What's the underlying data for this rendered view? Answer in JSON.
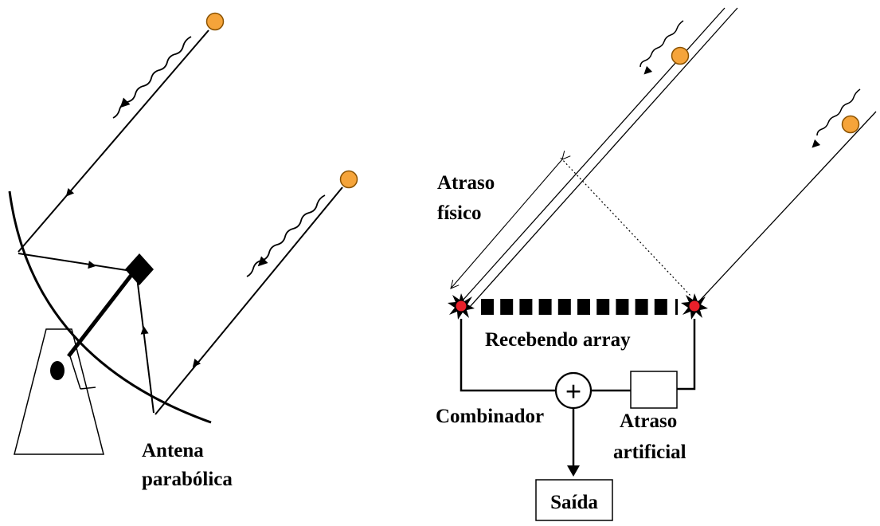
{
  "labels": {
    "antenna_line1": "Antena",
    "antenna_line2": "parabólica",
    "physical_delay_line1": "Atraso",
    "physical_delay_line2": "físico",
    "receiving_array": "Recebendo array",
    "combiner": "Combinador",
    "combiner_symbol": "+",
    "artificial_delay_line1": "Atraso",
    "artificial_delay_line2": "artificial",
    "output": "Saída"
  },
  "colors": {
    "source": "#f5a43a",
    "source_stroke": "#8a5200",
    "sensor": "#e8202a",
    "ink": "#000000"
  },
  "icons": {
    "source": "orange-circle",
    "sensor": "star-burst",
    "antenna": "parabolic-dish",
    "feed": "diamond"
  },
  "array": {
    "element_count": 10
  }
}
